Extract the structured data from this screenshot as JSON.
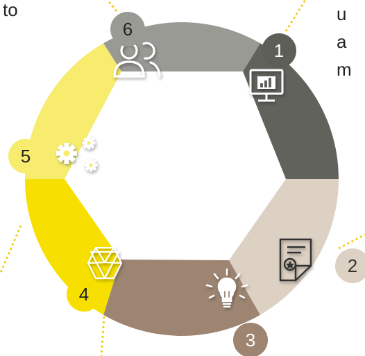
{
  "text_fragments": {
    "top_left": "to",
    "right_line1": "u",
    "right_line2": "a",
    "right_line3": "m"
  },
  "segments": [
    {
      "number": "1",
      "icon": "monitor-chart-icon",
      "color": "#62625d",
      "badge_color": "#5e5e59",
      "number_color": "#ffffff"
    },
    {
      "number": "2",
      "icon": "certificate-icon",
      "color": "#ddd1c3",
      "badge_color": "#ddd1c3",
      "number_color": "#333333"
    },
    {
      "number": "3",
      "icon": "lightbulb-icon",
      "color": "#9d8572",
      "badge_color": "#9d8572",
      "number_color": "#ffffff"
    },
    {
      "number": "4",
      "icon": "geometric-cube-icon",
      "color": "#f7e000",
      "badge_color": "#f7e000",
      "number_color": "#222222"
    },
    {
      "number": "5",
      "icon": "gears-icon",
      "color": "#f7ec6e",
      "badge_color": "#f7ec6e",
      "number_color": "#222222"
    },
    {
      "number": "6",
      "icon": "users-icon",
      "color": "#9a9a95",
      "badge_color": "#9a9a95",
      "number_color": "#222222"
    }
  ],
  "connector_color": "#f2cf1f"
}
